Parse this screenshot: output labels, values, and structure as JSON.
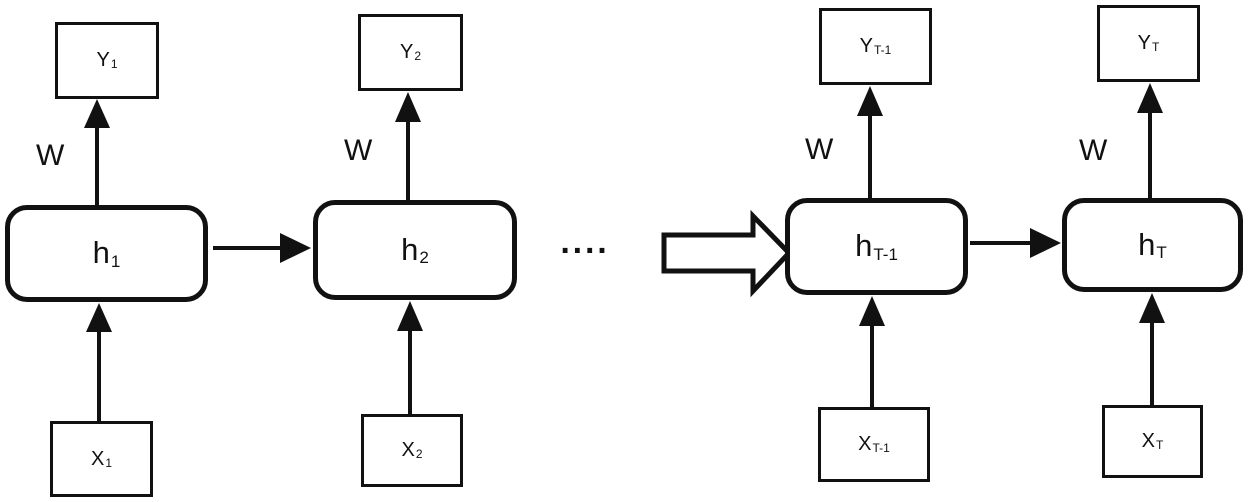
{
  "diagram": {
    "type": "recurrent-neural-network-unrolled",
    "ellipsis": "····",
    "colors": {
      "stroke": "#111111",
      "background": "#ffffff"
    },
    "columns": [
      {
        "output": {
          "base": "Y",
          "sub": "1"
        },
        "hidden": {
          "base": "h",
          "sub": "1"
        },
        "input": {
          "base": "X",
          "sub": "1"
        },
        "weight_label": "W"
      },
      {
        "output": {
          "base": "Y",
          "sub": "2"
        },
        "hidden": {
          "base": "h",
          "sub": "2"
        },
        "input": {
          "base": "X",
          "sub": "2"
        },
        "weight_label": "W"
      },
      {
        "output": {
          "base": "Y",
          "sub": "T-1"
        },
        "hidden": {
          "base": "h",
          "sub": "T-1"
        },
        "input": {
          "base": "X",
          "sub": "T-1"
        },
        "weight_label": "W"
      },
      {
        "output": {
          "base": "Y",
          "sub": "T"
        },
        "hidden": {
          "base": "h",
          "sub": "T"
        },
        "input": {
          "base": "X",
          "sub": "T"
        },
        "weight_label": "W"
      }
    ]
  }
}
